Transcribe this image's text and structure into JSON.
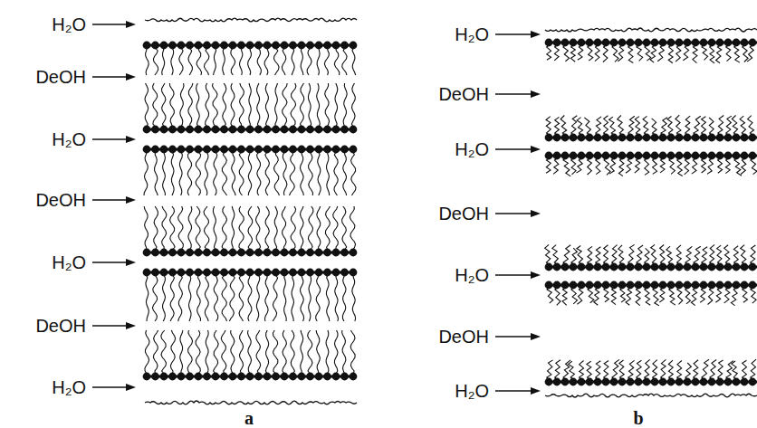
{
  "diagram": {
    "labels": [
      "H₂O",
      "DeOH",
      "H₂O",
      "DeOH",
      "H₂O",
      "DeOH",
      "H₂O",
      "a",
      "H₂O",
      "DeOH",
      "H₂O",
      "DeOH",
      "H₂O",
      "DeOH",
      "H₂O",
      "b"
    ]
  }
}
